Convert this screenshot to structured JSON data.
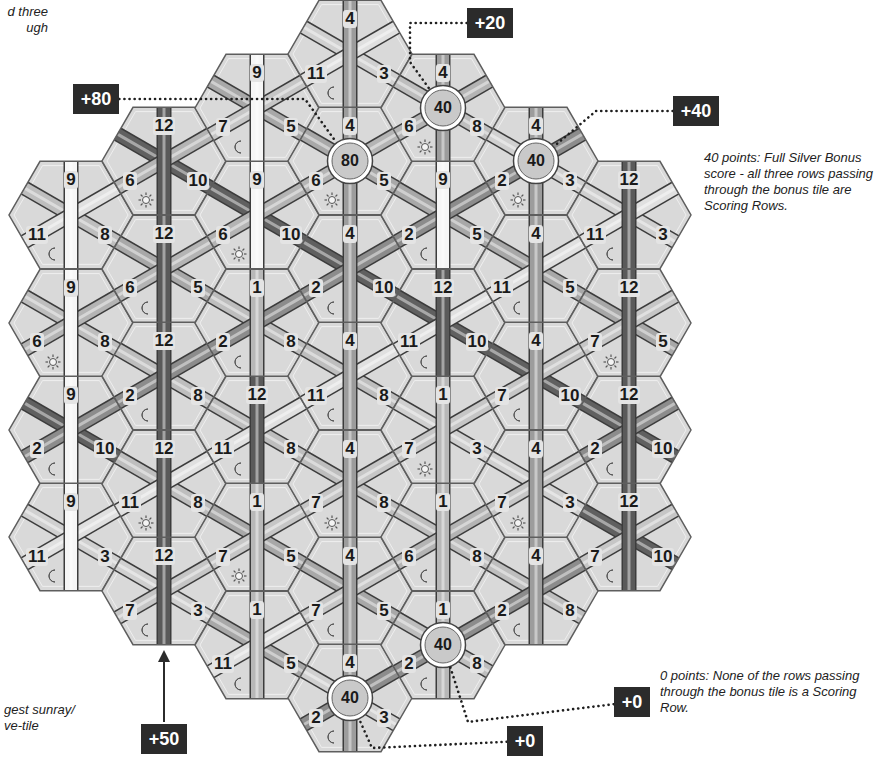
{
  "diagram": {
    "nodes": [
      {
        "text": [
          "9",
          "11",
          "8"
        ]
      },
      {
        "text": [
          "9",
          "6",
          "8"
        ]
      },
      {
        "text": [
          "9",
          "2",
          "10"
        ]
      },
      {
        "text": [
          "9",
          "11",
          "3"
        ]
      },
      {
        "text": [
          "12",
          "6",
          "10"
        ]
      },
      {
        "text": [
          "12",
          "6",
          "5"
        ]
      },
      {
        "text": [
          "12",
          "2",
          "8"
        ]
      },
      {
        "text": [
          "12",
          "11",
          "8"
        ]
      },
      {
        "text": [
          "12",
          "7",
          "3"
        ]
      },
      {
        "text": [
          "9",
          "7",
          "5"
        ]
      },
      {
        "text": [
          "9",
          "6",
          "10"
        ]
      },
      {
        "text": [
          "1",
          "2",
          "8"
        ]
      },
      {
        "text": [
          "12",
          "11",
          "8"
        ]
      },
      {
        "text": [
          "1",
          "7",
          "5"
        ]
      },
      {
        "text": [
          "1",
          "11",
          "5"
        ]
      },
      {
        "text": [
          "4",
          "11",
          "3"
        ]
      },
      {
        "text": [
          "4",
          "6",
          "5"
        ]
      },
      {
        "text": [
          "80"
        ],
        "in": 16
      },
      {
        "text": [
          "4",
          "2",
          "10"
        ]
      },
      {
        "text": [
          "4",
          "11",
          "8"
        ]
      },
      {
        "text": [
          "4",
          "7",
          "8"
        ]
      },
      {
        "text": [
          "4",
          "7",
          "5"
        ]
      },
      {
        "text": [
          "4",
          "2",
          "3"
        ]
      },
      {
        "text": [
          "40"
        ],
        "in": 22
      },
      {
        "text": [
          "4",
          "6",
          "8"
        ]
      },
      {
        "text": [
          "40"
        ],
        "in": 24
      },
      {
        "text": [
          "9",
          "2",
          "5"
        ]
      },
      {
        "text": [
          "12",
          "11",
          "10"
        ]
      },
      {
        "text": [
          "1",
          "7",
          "3"
        ]
      },
      {
        "text": [
          "1",
          "6",
          "8"
        ]
      },
      {
        "text": [
          "1",
          "2",
          "8"
        ]
      },
      {
        "text": [
          "40"
        ],
        "in": 30
      },
      {
        "text": [
          "4",
          "2",
          "3"
        ]
      },
      {
        "text": [
          "40"
        ],
        "in": 32
      },
      {
        "text": [
          "4",
          "11",
          "5"
        ]
      },
      {
        "text": [
          "4",
          "7",
          "10"
        ]
      },
      {
        "text": [
          "4",
          "7",
          "3"
        ]
      },
      {
        "text": [
          "4",
          "2",
          "8"
        ]
      },
      {
        "text": [
          "12",
          "11",
          "3"
        ]
      },
      {
        "text": [
          "12",
          "7",
          "5"
        ]
      },
      {
        "text": [
          "12",
          "2",
          "10"
        ]
      },
      {
        "text": [
          "12",
          "7",
          "10"
        ]
      },
      {
        "text": [
          "+80"
        ]
      },
      {
        "text": [
          "+20"
        ]
      },
      {
        "text": [
          "+40"
        ]
      },
      {
        "text": [
          "+0"
        ]
      },
      {
        "text": [
          "+0"
        ]
      },
      {
        "text": [
          "+50"
        ]
      }
    ],
    "edges": [
      {
        "from": 42,
        "to": 17,
        "arrow": "none"
      },
      {
        "from": 43,
        "to": 25,
        "arrow": "none"
      },
      {
        "from": 44,
        "to": 33,
        "arrow": "none"
      },
      {
        "from": 45,
        "to": 31,
        "arrow": "none"
      },
      {
        "from": 46,
        "to": 23,
        "arrow": "none"
      }
    ],
    "labels": [
      "d three ugh",
      "40 points: Full Silver Bonus score - all three rows passing through the bonus tile are Scoring Rows.",
      "0 points: None of the rows passing through the bonus tile is a Scoring Row.",
      "gest sunray/ ve-tile"
    ]
  }
}
